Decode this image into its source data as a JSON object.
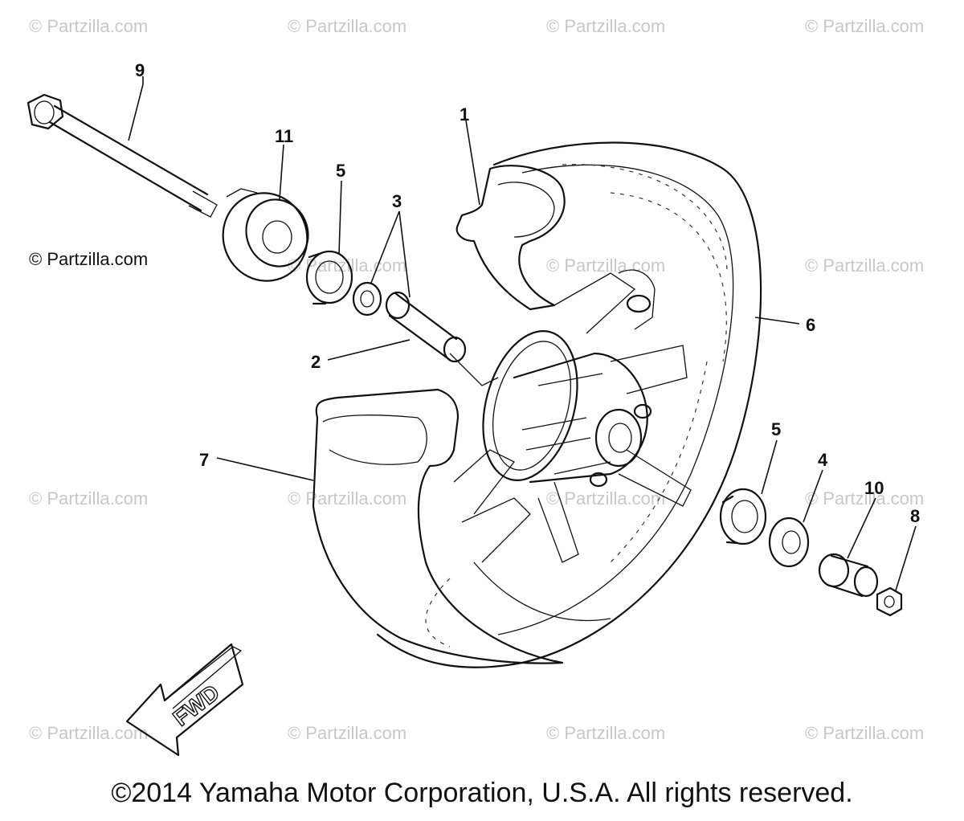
{
  "watermarks": [
    "© Partzilla.com",
    "© Partzilla.com",
    "© Partzilla.com",
    "© Partzilla.com",
    "© Partzilla.com",
    "© Partzilla.com",
    "© Partzilla.com",
    "© Partzilla.com",
    "© Partzilla.com",
    "© Partzilla.com",
    "© Partzilla.com",
    "© Partzilla.com",
    "© Partzilla.com",
    "© Partzilla.com",
    "© Partzilla.com",
    "© Partzilla.com"
  ],
  "main_watermark": "© Partzilla.com",
  "callouts": {
    "c1": "1",
    "c2": "2",
    "c3": "3",
    "c4": "4",
    "c5a": "5",
    "c5b": "5",
    "c6": "6",
    "c7": "7",
    "c8": "8",
    "c9": "9",
    "c10": "10",
    "c11": "11"
  },
  "fwd_label": "FWD",
  "copyright": "©2014  Yamaha Motor Corporation, U.S.A. All rights reserved."
}
